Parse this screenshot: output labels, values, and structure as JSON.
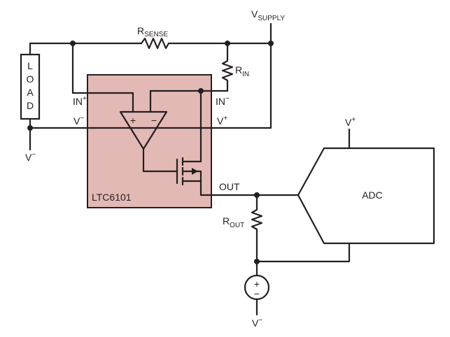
{
  "labels": {
    "vsupply_main": "V",
    "vsupply_sub": "SUPPLY",
    "rsense_main": "R",
    "rsense_sub": "SENSE",
    "rin_main": "R",
    "rin_sub": "IN",
    "rout_main": "R",
    "rout_sub": "OUT",
    "load_letters": [
      "L",
      "O",
      "A",
      "D"
    ],
    "in_plus": "IN",
    "in_plus_sup": "+",
    "in_minus": "IN",
    "in_minus_sup": "−",
    "v_minus_left": "V",
    "v_minus_left_sup": "−",
    "v_plus_ic": "V",
    "v_plus_ic_sup": "+",
    "v_minus_load": "V",
    "v_minus_load_sup": "−",
    "opamp_plus": "+",
    "opamp_minus": "−",
    "chip_name": "LTC6101",
    "out": "OUT",
    "adc": "ADC",
    "adc_vplus": "V",
    "adc_vplus_sup": "+",
    "source_plus": "+",
    "source_minus": "−",
    "v_minus_bottom": "V",
    "v_minus_bottom_sup": "−"
  },
  "colors": {
    "chip_fill": "#e3b9b5",
    "chip_stroke": "#231f20",
    "wire": "#231f20"
  }
}
